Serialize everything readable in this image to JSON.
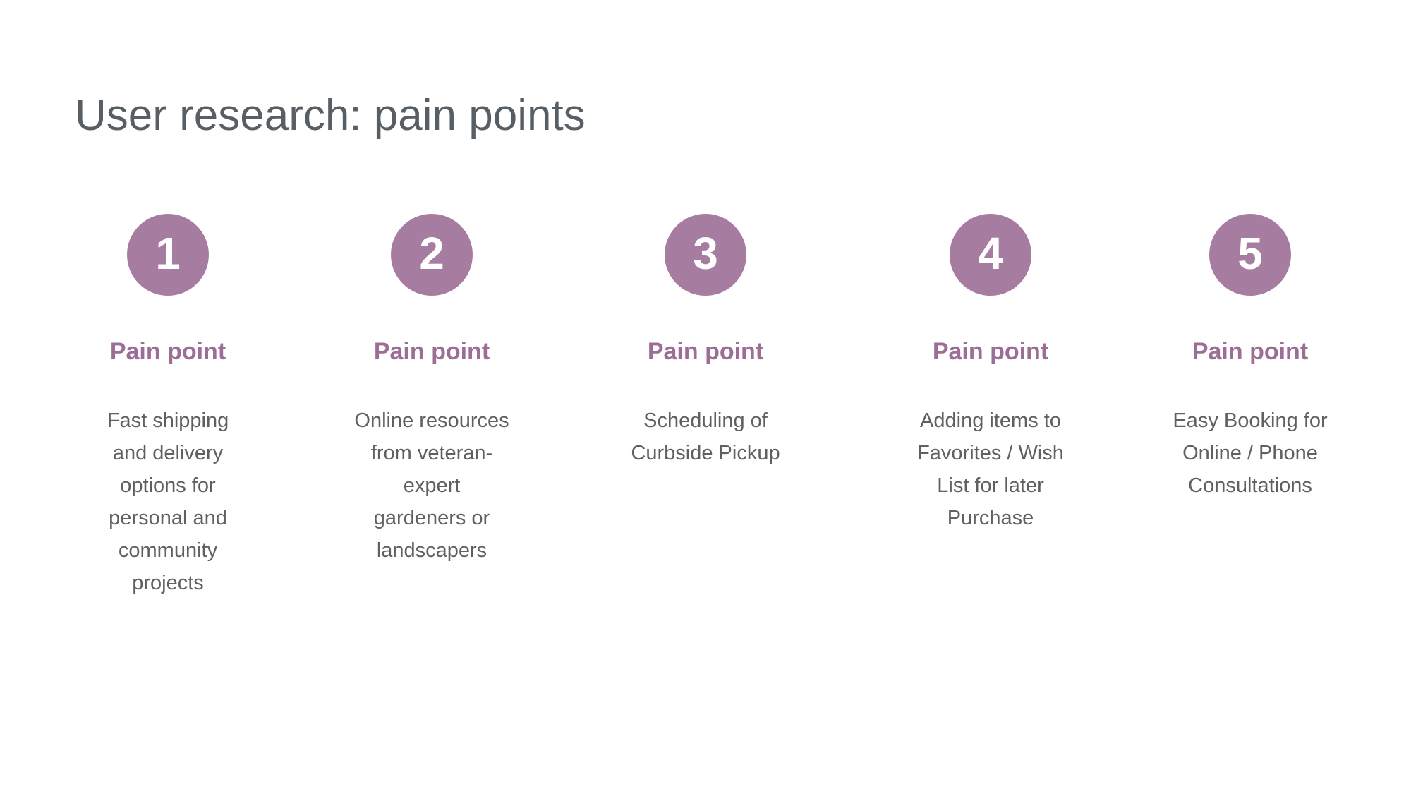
{
  "slide": {
    "title": "User research: pain points",
    "columns": [
      {
        "number": "1",
        "label": "Pain point",
        "description": "Fast shipping\nand delivery\noptions for\npersonal and\ncommunity\nprojects"
      },
      {
        "number": "2",
        "label": "Pain point",
        "description": "Online resources\nfrom veteran-\nexpert\ngardeners or\nlandscapers"
      },
      {
        "number": "3",
        "label": "Pain point",
        "description": "Scheduling of\nCurbside Pickup"
      },
      {
        "number": "4",
        "label": "Pain point",
        "description": "Adding items to\nFavorites / Wish\nList for later\nPurchase"
      },
      {
        "number": "5",
        "label": "Pain point",
        "description": "Easy Booking for\nOnline / Phone\nConsultations"
      }
    ]
  },
  "colors": {
    "background": "#ffffff",
    "title_text": "#585f64",
    "accent_circle": "#a67ca1",
    "heading_text": "#9c6e95",
    "body_text": "#606060",
    "number_text": "#ffffff"
  }
}
